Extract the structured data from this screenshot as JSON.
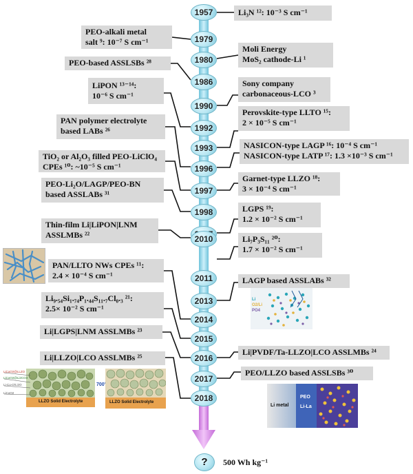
{
  "years": [
    "1957",
    "1979",
    "1980",
    "1986",
    "1990",
    "1992",
    "1993",
    "1996",
    "1997",
    "1998",
    "2007",
    "2010",
    "2011",
    "2013",
    "2014",
    "2015",
    "2016",
    "2017",
    "2018"
  ],
  "future": {
    "mark": "?",
    "target": "500 Wh kg⁻¹"
  },
  "left_boxes": [
    {
      "lines": [
        "PEO-alkali metal",
        "salt ⁹: 10⁻⁷ S cm⁻¹"
      ]
    },
    {
      "lines": [
        "PEO-based ASSLSBs ²⁸"
      ]
    },
    {
      "lines": [
        "LiPON ¹³⁻¹⁴:",
        "10⁻⁶ S cm⁻¹"
      ]
    },
    {
      "lines": [
        "PAN polymer electrolyte",
        "based LABs ²⁶"
      ]
    },
    {
      "lines": [
        "TiO₂ or Al₂O₃ filled PEO-LiClO₄",
        "CPEs ¹⁰: ~10⁻⁵ S cm⁻¹"
      ]
    },
    {
      "lines": [
        "PEO-Li₂O/LAGP/PEO-BN",
        "based ASSLABs ³¹"
      ]
    },
    {
      "lines": [
        "Thin-film Li|LiPON|LNM",
        "ASSLMBs ²²"
      ]
    },
    {
      "lines": [
        "PAN/LLTO NWs CPEs ¹¹:",
        "2.4 × 10⁻⁴ S cm⁻¹"
      ]
    },
    {
      "lines": [
        "Li₉.₅₄Si₁.₇₄P₁.₄₄S₁₁.₇Cl₀.₃ ²¹:",
        "2.5× 10⁻² S cm⁻¹"
      ]
    },
    {
      "lines": [
        "Li|LGPS|LNM ASSLMBs ²³"
      ]
    },
    {
      "lines": [
        "Li|LLZO|LCO  ASSLMBs ²⁵"
      ]
    }
  ],
  "right_boxes": [
    {
      "lines": [
        "Li₃N ¹²: 10⁻³ S cm⁻¹"
      ]
    },
    {
      "lines": [
        "Moli Energy",
        "MoS₂ cathode-Li ¹"
      ]
    },
    {
      "lines": [
        "Sony company",
        "carbonaceous-LCO ³"
      ]
    },
    {
      "lines": [
        "Perovskite-type LLTO ¹⁵:",
        "2 × 10⁻⁵ S cm⁻¹"
      ]
    },
    {
      "lines": [
        "NASICON-type LAGP ¹⁶: 10⁻⁴ S cm⁻¹",
        "NASICON-type LATP ¹⁷: 1.3 ×10⁻³ S cm⁻¹"
      ]
    },
    {
      "lines": [
        "Garnet-type LLZO ¹⁸:",
        "3 × 10⁻⁴ S cm⁻¹"
      ]
    },
    {
      "lines": [
        "LGPS ¹⁹:",
        "1.2 × 10⁻² S cm⁻¹"
      ]
    },
    {
      "lines": [
        "Li₇P₃S₁₁ ²⁰:",
        "1.7 × 10⁻² S cm⁻¹"
      ]
    },
    {
      "lines": [
        "LAGP based ASSLABs ³²"
      ]
    },
    {
      "lines": [
        "Li|PVDF/Ta-LLZO|LCO ASSLMBs ²⁴"
      ]
    },
    {
      "lines": [
        "PEO/LLZO based ASSLSBs ³⁰"
      ]
    }
  ],
  "figure_labels": {
    "llzo_left": "LLZO Solid Electrolyte",
    "llzo_right": "LLZO Solid Electrolyte",
    "temp": "700°C",
    "li_metal": "Li metal",
    "peo": "PEO",
    "li_la": "Li-La",
    "lagp_legend": [
      "Li",
      "O2/Li",
      "PO4"
    ]
  },
  "colors": {
    "box": "#d9d9d9",
    "spine": "#8fd6ea",
    "arrow": "#d884e8"
  }
}
